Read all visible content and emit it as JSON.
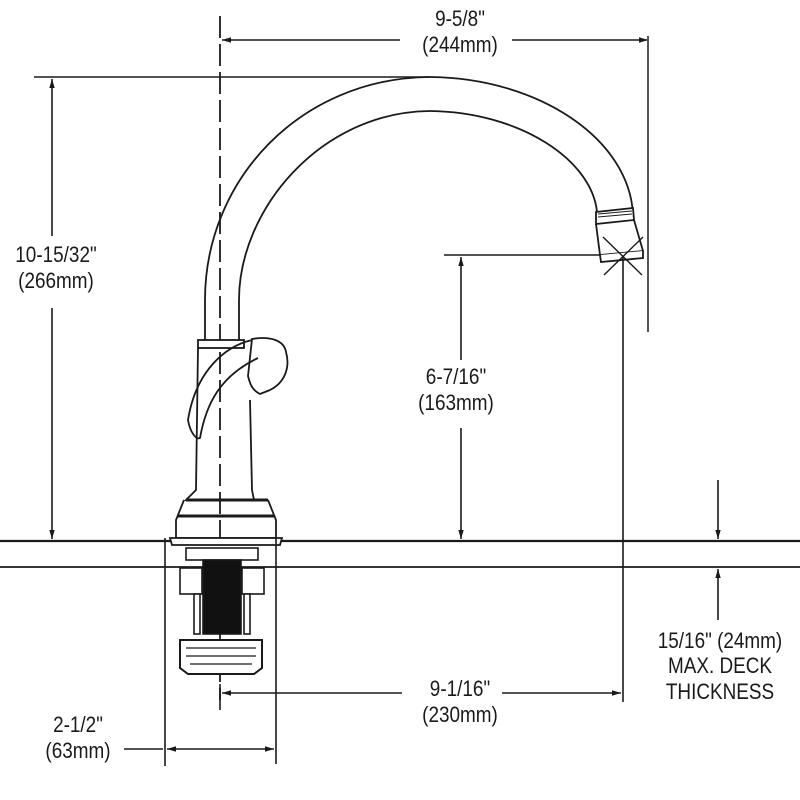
{
  "diagram": {
    "subject": "Single-handle kitchen faucet with side spray — dimension drawing",
    "line_color": "#1a1a1a",
    "background": "#ffffff",
    "dimensions": {
      "overall_reach": {
        "imperial": "9-5/8\"",
        "metric": "(244mm)"
      },
      "overall_height": {
        "imperial": "10-15/32\"",
        "metric": "(266mm)"
      },
      "spout_height": {
        "imperial": "6-7/16\"",
        "metric": "(163mm)"
      },
      "spout_reach_from_center": {
        "imperial": "9-1/16\"",
        "metric": "(230mm)"
      },
      "base_diameter": {
        "imperial": "2-1/2\"",
        "metric": "(63mm)"
      },
      "deck_thickness": {
        "line1": "15/16\" (24mm)",
        "line2": "MAX. DECK",
        "line3": "THICKNESS"
      }
    },
    "components": [
      "gooseneck-spout",
      "aerator",
      "faucet-body",
      "lever-handle",
      "base-escutcheon",
      "deck-surface",
      "threaded-shank",
      "mounting-nut",
      "centerline"
    ]
  }
}
